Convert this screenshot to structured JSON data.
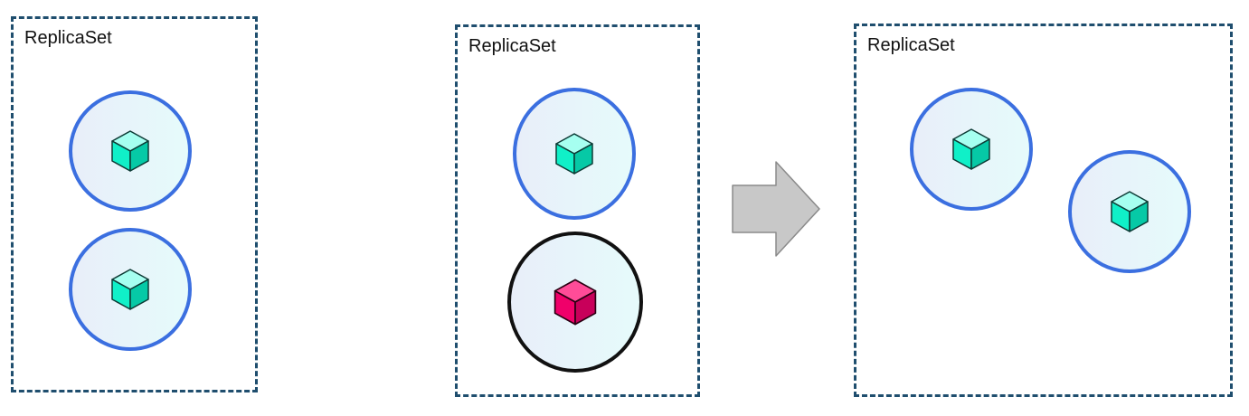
{
  "colors": {
    "healthy_pod_border": "#3b6fe0",
    "failed_pod_border": "#111111",
    "healthy_cube": "#10f0c8",
    "failed_cube": "#f0006a",
    "replicaset_border": "#1f4e6e",
    "arrow_fill": "#c8c8c8"
  },
  "diagram": {
    "before": {
      "label": "ReplicaSet",
      "pods": [
        {
          "status": "healthy",
          "icon": "cube-icon"
        },
        {
          "status": "healthy",
          "icon": "cube-icon"
        }
      ]
    },
    "during": {
      "label": "ReplicaSet",
      "pods": [
        {
          "status": "healthy",
          "icon": "cube-icon"
        },
        {
          "status": "failed",
          "icon": "cube-icon"
        }
      ]
    },
    "transition": {
      "icon": "right-arrow-icon"
    },
    "after": {
      "label": "ReplicaSet",
      "pods": [
        {
          "status": "healthy",
          "icon": "cube-icon"
        },
        {
          "status": "healthy",
          "icon": "cube-icon"
        }
      ]
    }
  }
}
